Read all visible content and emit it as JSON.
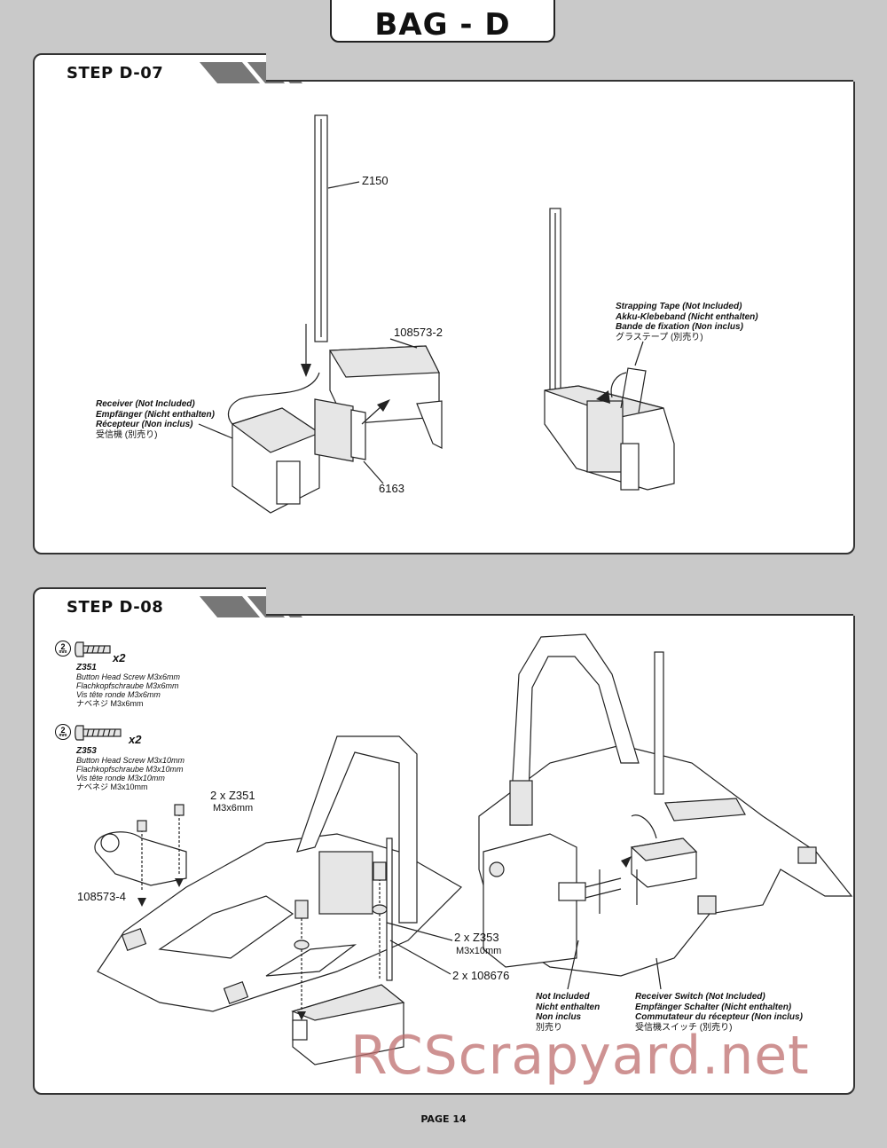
{
  "header": {
    "title": "BAG - D"
  },
  "step1": {
    "title": "STEP D-07",
    "parts": {
      "antenna_tube": "Z150",
      "receiver_box": "108573-2",
      "tape": "6163"
    },
    "receiver_note": [
      "Receiver (Not Included)",
      "Empfänger (Nicht enthalten)",
      "Récepteur (Non inclus)",
      "受信機 (別売り)"
    ],
    "strapping_note": [
      "Strapping Tape (Not Included)",
      "Akku-Klebeband (Nicht enthalten)",
      "Bande de fixation (Non inclus)",
      "グラステープ (別売り)"
    ]
  },
  "step2": {
    "title": "STEP D-08",
    "tool_size": "2",
    "tool_unit": "mm",
    "screws": [
      {
        "code": "Z351",
        "qty": "x2",
        "lines": [
          "Button Head Screw M3x6mm",
          "Flachkopfschraube M3x6mm",
          "Vis tête ronde M3x6mm",
          "ナベネジ M3x6mm"
        ]
      },
      {
        "code": "Z353",
        "qty": "x2",
        "lines": [
          "Button Head Screw M3x10mm",
          "Flachkopfschraube M3x10mm",
          "Vis tête ronde M3x10mm",
          "ナベネジ M3x10mm"
        ]
      }
    ],
    "callouts": {
      "z351_qty": "2 x Z351",
      "z351_size": "M3x6mm",
      "mount": "108573-4",
      "z353_qty": "2 x Z353",
      "z353_size": "M3x10mm",
      "spacer": "2 x 108676"
    },
    "not_included_note": [
      "Not Included",
      "Nicht enthalten",
      "Non inclus",
      "別売り"
    ],
    "switch_note": [
      "Receiver Switch (Not Included)",
      "Empfänger Schalter (Nicht enthalten)",
      "Commutateur du récepteur (Non inclus)",
      "受信機スイッチ (別売り)"
    ]
  },
  "watermark": "RCScrapyard.net",
  "footer": {
    "page": "PAGE 14"
  }
}
